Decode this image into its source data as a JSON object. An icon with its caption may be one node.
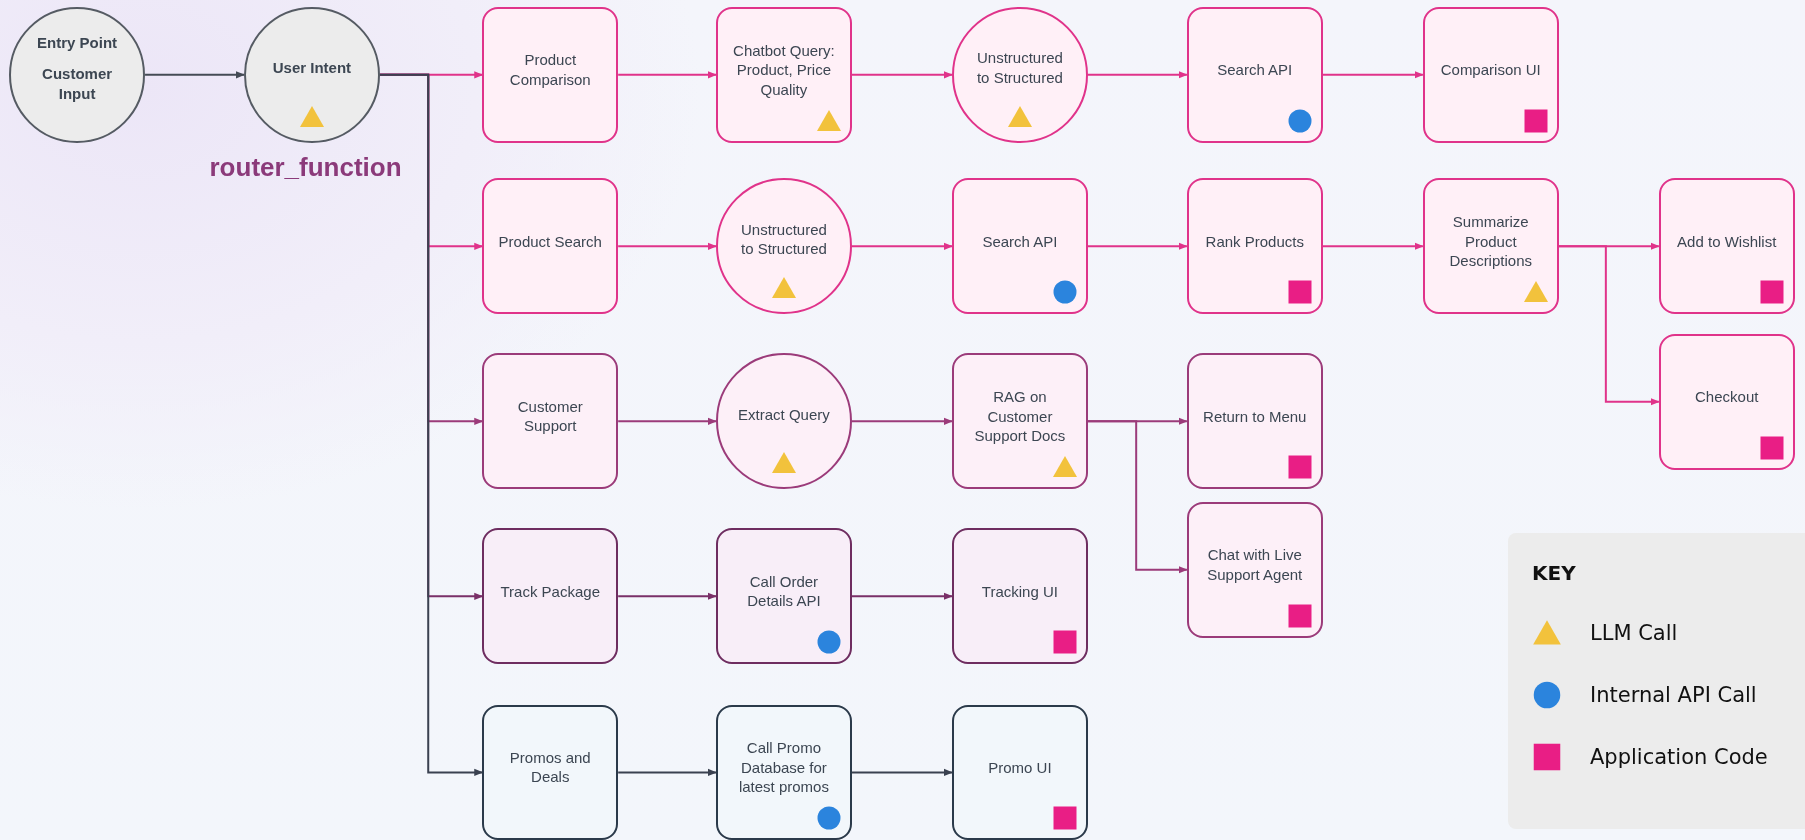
{
  "diagram": {
    "nodes": [
      {
        "text": [
          "Entry Point",
          "Customer Input"
        ]
      },
      {
        "text": [
          "User Intent"
        ]
      },
      {
        "text": [
          "Product Comparison"
        ]
      },
      {
        "text": [
          "Chatbot Query: Product, Price Quality"
        ]
      },
      {
        "text": [
          "Unstructured to Structured"
        ]
      },
      {
        "text": [
          "Search API"
        ]
      },
      {
        "text": [
          "Comparison UI"
        ]
      },
      {
        "text": [
          "Product Search"
        ]
      },
      {
        "text": [
          "Unstructured to Structured"
        ]
      },
      {
        "text": [
          "Search API"
        ]
      },
      {
        "text": [
          "Rank Products"
        ]
      },
      {
        "text": [
          "Summarize Product Descriptions"
        ]
      },
      {
        "text": [
          "Add to Wishlist"
        ]
      },
      {
        "text": [
          "Checkout"
        ]
      },
      {
        "text": [
          "Customer Support"
        ]
      },
      {
        "text": [
          "Extract Query"
        ]
      },
      {
        "text": [
          "RAG on Customer Support Docs"
        ]
      },
      {
        "text": [
          "Return to Menu"
        ]
      },
      {
        "text": [
          "Chat with Live Support Agent"
        ]
      },
      {
        "text": [
          "Track Package"
        ]
      },
      {
        "text": [
          "Call Order Details API"
        ]
      },
      {
        "text": [
          "Tracking UI"
        ]
      },
      {
        "text": [
          "Promos and Deals"
        ]
      },
      {
        "text": [
          "Call Promo Database for latest promos"
        ]
      },
      {
        "text": [
          "Promo UI"
        ]
      }
    ],
    "edges": [
      {
        "from": 0,
        "to": 1,
        "arrow": "to",
        "color": "#444b55"
      },
      {
        "from": 1,
        "to": 2,
        "arrow": "to"
      },
      {
        "from": 1,
        "to": 7,
        "arrow": "to"
      },
      {
        "from": 1,
        "to": 14,
        "arrow": "to",
        "color": "#9b3b7a"
      },
      {
        "from": 1,
        "to": 19,
        "arrow": "to",
        "color": "#7a3068"
      },
      {
        "from": 1,
        "to": 22,
        "arrow": "to",
        "color": "#3a4150"
      },
      {
        "from": 2,
        "to": 3,
        "arrow": "to"
      },
      {
        "from": 3,
        "to": 4,
        "arrow": "to"
      },
      {
        "from": 4,
        "to": 5,
        "arrow": "to"
      },
      {
        "from": 5,
        "to": 6,
        "arrow": "to"
      },
      {
        "from": 7,
        "to": 8,
        "arrow": "to"
      },
      {
        "from": 8,
        "to": 9,
        "arrow": "to"
      },
      {
        "from": 9,
        "to": 10,
        "arrow": "to"
      },
      {
        "from": 10,
        "to": 11,
        "arrow": "to"
      },
      {
        "from": 11,
        "to": 12,
        "arrow": "to"
      },
      {
        "from": 11,
        "to": 13,
        "arrow": "to"
      },
      {
        "from": 14,
        "to": 15,
        "arrow": "to",
        "color": "#9b3b7a"
      },
      {
        "from": 15,
        "to": 16,
        "arrow": "to",
        "color": "#9b3b7a"
      },
      {
        "from": 16,
        "to": 17,
        "arrow": "to",
        "color": "#9b3b7a"
      },
      {
        "from": 16,
        "to": 18,
        "arrow": "to",
        "color": "#9b3b7a"
      },
      {
        "from": 19,
        "to": 20,
        "arrow": "to",
        "color": "#7a3068"
      },
      {
        "from": 20,
        "to": 21,
        "arrow": "to",
        "color": "#7a3068"
      },
      {
        "from": 22,
        "to": 23,
        "arrow": "to",
        "color": "#3a4150"
      },
      {
        "from": 23,
        "to": 24,
        "arrow": "to",
        "color": "#3a4150"
      }
    ],
    "labels": [
      "router_function",
      "KEY"
    ],
    "legend": [
      {
        "text": "LLM Call"
      },
      {
        "text": "Internal API Call"
      },
      {
        "text": "Application Code"
      }
    ]
  }
}
